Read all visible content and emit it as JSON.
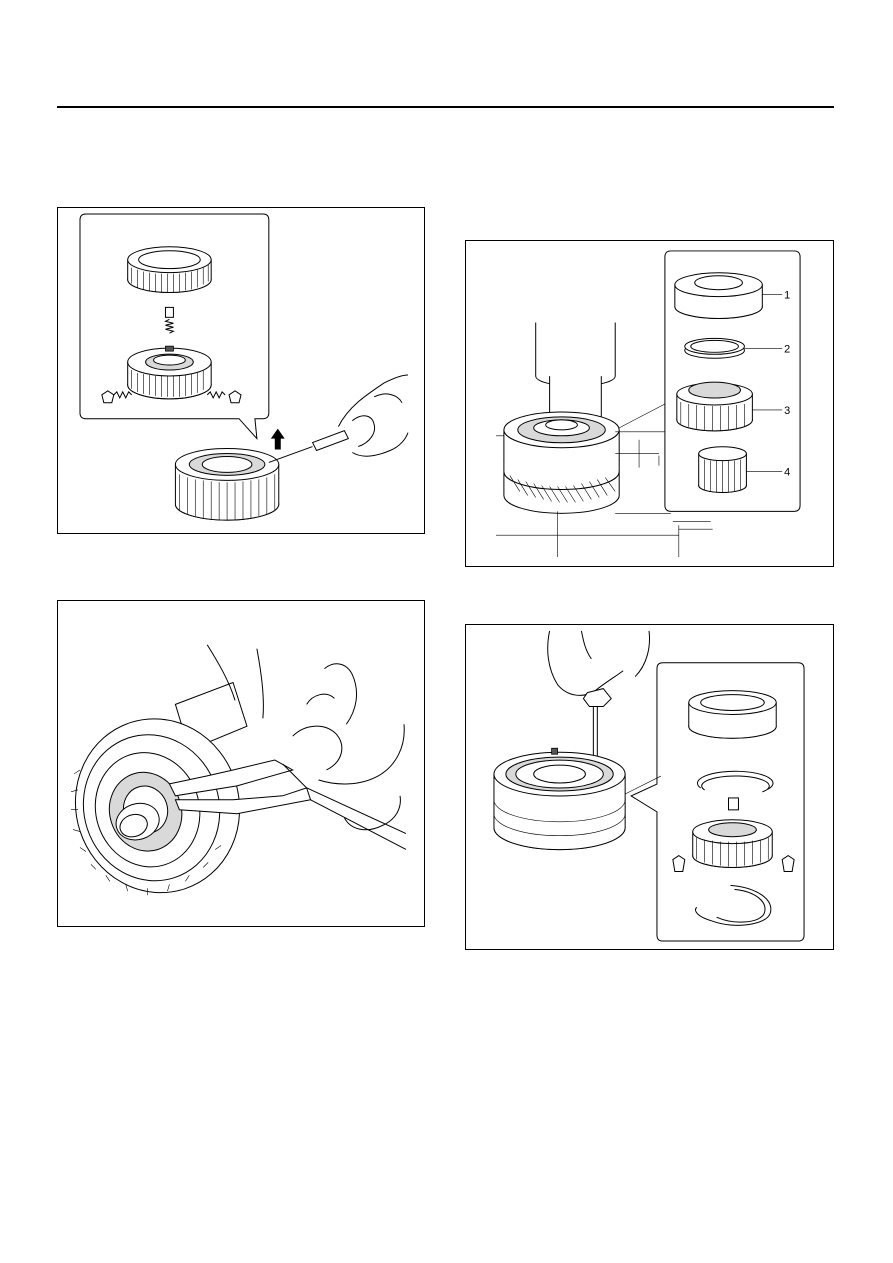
{
  "figures": {
    "fig1": {
      "icon": "synchronizer-hub-disassembly-illustration"
    },
    "fig2": {
      "icon": "gear-press-removal-illustration",
      "callouts": [
        "1",
        "2",
        "3",
        "4"
      ]
    },
    "fig3": {
      "icon": "snap-ring-pliers-illustration"
    },
    "fig4": {
      "icon": "synchronizer-snap-ring-removal-illustration"
    }
  }
}
